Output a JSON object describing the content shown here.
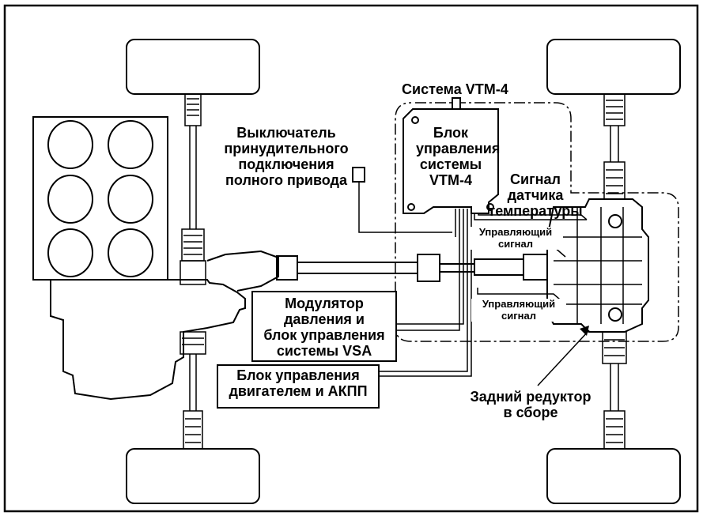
{
  "labels": {
    "system": "Система VTM-4",
    "ecu": "Блок\nуправления\nсистемы\nVTM-4",
    "switch": "Выключатель\nпринудительного\nподключения\nполного привода",
    "temp_signal": "Сигнал\nдатчика\nтемпературы",
    "control_signal_1": "Управляющий\nсигнал",
    "control_signal_2": "Управляющий\nсигнал",
    "modulator": "Модулятор\nдавления и\nблок управления\nсистемы VSA",
    "engine_ecu": "Блок управления\nдвигателем и АКПП",
    "rear_diff": "Задний редуктор\nв сборе"
  }
}
